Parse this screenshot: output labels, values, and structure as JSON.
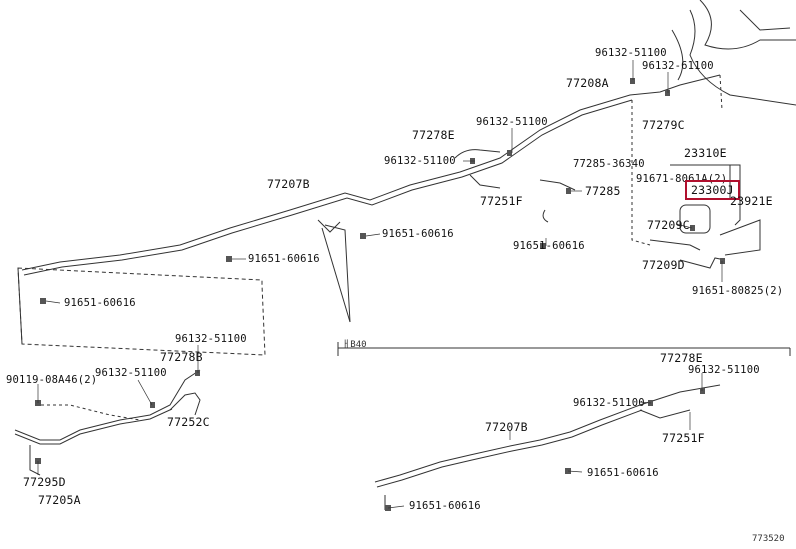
{
  "diagram": {
    "labels": {
      "p96132_51100_top": "96132-51100",
      "p96132_61100": "96132-61100",
      "p77208A": "77208A",
      "p96132_51100_b": "96132-51100",
      "p77278E": "77278E",
      "p96132_51100_c": "96132-51100",
      "p77285_36340": "77285-36340",
      "p77279C": "77279C",
      "p77251F": "77251F",
      "p77285": "77285",
      "p91651_60616_a": "91651-60616",
      "p23310E": "23310E",
      "p91671_8061A": "91671-8061A(2)",
      "p23300J": "23300J",
      "p23921E": "23921E",
      "p77209C": "77209C",
      "p77209D": "77209D",
      "p91651_80825": "91651-80825(2)",
      "p77207B": "77207B",
      "p91651_60616_b": "91651-60616",
      "p91651_60616_c": "91651-60616",
      "p91651_60616_d": "91651-60616",
      "p96132_51100_e": "96132-51100",
      "p77278B": "77278B",
      "p96132_51100_f": "96132-51100",
      "p90119_08A46": "90119-08A46(2)",
      "p77252C": "77252C",
      "p77295D": "77295D",
      "p77205A": "77205A",
      "p_ref_note": "ㅐB40",
      "p77278E_2": "77278E",
      "p96132_51100_g": "96132-51100",
      "p96132_51100_h": "96132-51100",
      "p77207B_2": "77207B",
      "p77251F_2": "77251F",
      "p91651_60616_e": "91651-60616",
      "p91651_60616_f": "91651-60616",
      "p_figure_id": "773520"
    },
    "highlight_color": "#b0102e",
    "line_color": "#333333"
  }
}
